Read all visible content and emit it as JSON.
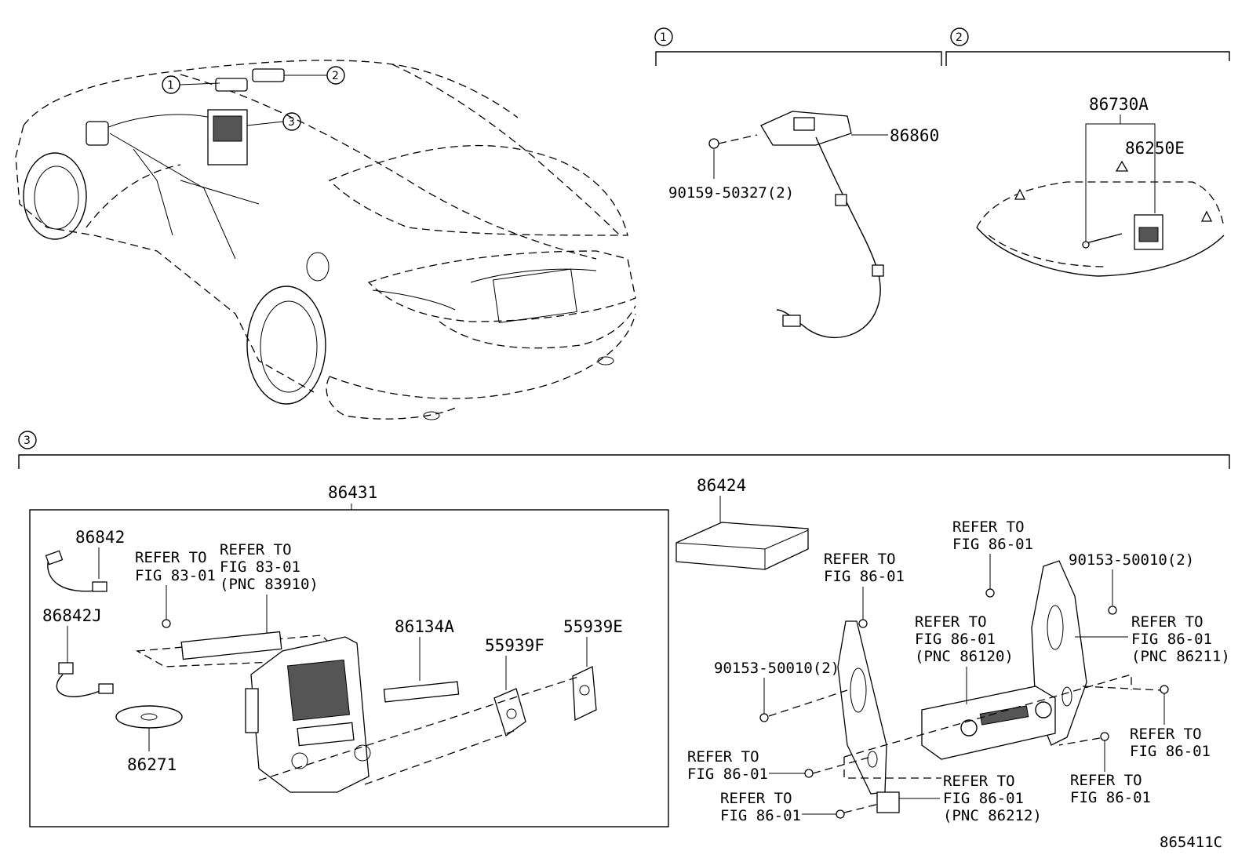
{
  "diagram_code": "865411C",
  "callouts": {
    "c1": "1",
    "c2": "2",
    "c3": "3"
  },
  "section1": {
    "part_harness": "86860",
    "part_screw": "90159-50327(2)"
  },
  "section2": {
    "part_a": "86730A",
    "part_b": "86250E"
  },
  "section3": {
    "part_panel": "86431",
    "part_86842": "86842",
    "part_86842j": "86842J",
    "part_86271": "86271",
    "part_86134a": "86134A",
    "part_55939f": "55939F",
    "part_55939e": "55939E",
    "part_86424": "86424",
    "refer_83_a_line1": "REFER TO",
    "refer_83_a_line2": "FIG 83-01",
    "refer_83_b_line1": "REFER TO",
    "refer_83_b_line2": "FIG 83-01",
    "refer_83_b_line3": "(PNC 83910)",
    "refer_top_mid_line1": "REFER TO",
    "refer_top_mid_line2": "FIG 86-01",
    "refer_top_right_line1": "REFER TO",
    "refer_top_right_line2": "FIG 86-01",
    "screw_right": "90153-50010(2)",
    "screw_left": "90153-50010(2)",
    "refer_86120_line1": "REFER TO",
    "refer_86120_line2": "FIG 86-01",
    "refer_86120_line3": "(PNC 86120)",
    "refer_86211_line1": "REFER TO",
    "refer_86211_line2": "FIG 86-01",
    "refer_86211_line3": "(PNC 86211)",
    "refer_left_low_line1": "REFER TO",
    "refer_left_low_line2": "FIG 86-01",
    "refer_bottom_left_line1": "REFER TO",
    "refer_bottom_left_line2": "FIG 86-01",
    "refer_86212_line1": "REFER TO",
    "refer_86212_line2": "FIG 86-01",
    "refer_86212_line3": "(PNC 86212)",
    "refer_bottom_right_line1": "REFER TO",
    "refer_bottom_right_line2": "FIG 86-01",
    "refer_far_right_line1": "REFER TO",
    "refer_far_right_line2": "FIG 86-01"
  }
}
